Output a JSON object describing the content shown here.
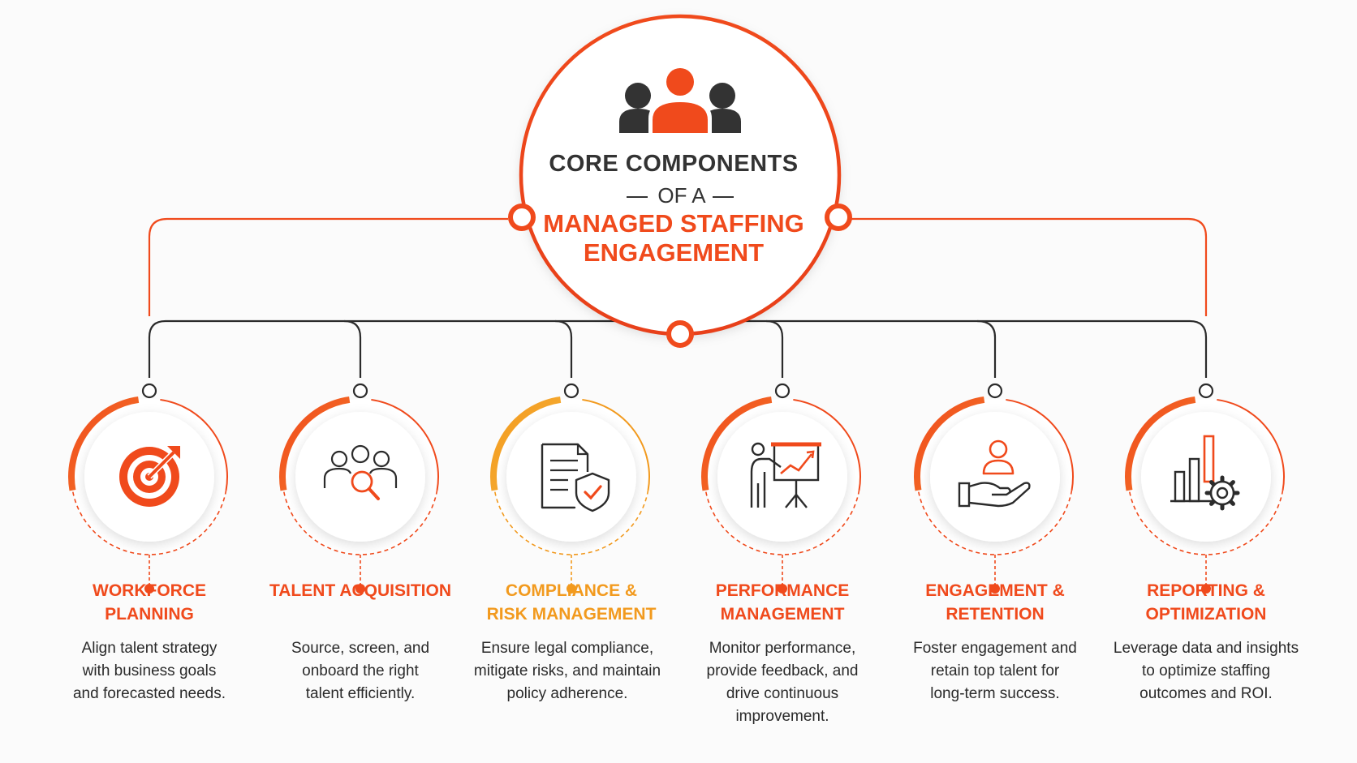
{
  "hub": {
    "line1": "CORE COMPONENTS",
    "line2": "OF A",
    "line3": "MANAGED STAFFING",
    "line4": "ENGAGEMENT",
    "icon": "team-icon"
  },
  "colors": {
    "primary": "#f04a1c",
    "accent": "#f29a1e",
    "dark": "#333333",
    "connector": "#2b2b2b"
  },
  "components": [
    {
      "title_line1": "WORKFORCE",
      "title_line2": "PLANNING",
      "desc_line1": "Align talent strategy",
      "desc_line2": "with business goals",
      "desc_line3": "and forecasted needs.",
      "desc_line4": "",
      "icon": "target-icon"
    },
    {
      "title_line1": "TALENT ACQUISITION",
      "title_line2": "",
      "desc_line1": "Source, screen, and",
      "desc_line2": "onboard the right",
      "desc_line3": "talent efficiently.",
      "desc_line4": "",
      "icon": "people-search-icon"
    },
    {
      "title_line1": "COMPLIANCE &",
      "title_line2": "RISK MANAGEMENT",
      "desc_line1": "Ensure legal compliance,",
      "desc_line2": "mitigate risks, and maintain",
      "desc_line3": "policy adherence.",
      "desc_line4": "",
      "icon": "document-shield-icon"
    },
    {
      "title_line1": "PERFORMANCE",
      "title_line2": "MANAGEMENT",
      "desc_line1": "Monitor performance,",
      "desc_line2": "provide feedback, and",
      "desc_line3": "drive continuous",
      "desc_line4": "improvement.",
      "icon": "presentation-chart-icon"
    },
    {
      "title_line1": "ENGAGEMENT &",
      "title_line2": "RETENTION",
      "desc_line1": "Foster engagement and",
      "desc_line2": "retain top talent for",
      "desc_line3": "long-term success.",
      "desc_line4": "",
      "icon": "hand-person-icon"
    },
    {
      "title_line1": "REPORTING &",
      "title_line2": "OPTIMIZATION",
      "desc_line1": "Leverage data and insights",
      "desc_line2": "to optimize staffing",
      "desc_line3": "outcomes and ROI.",
      "desc_line4": "",
      "icon": "bar-chart-gear-icon"
    }
  ]
}
